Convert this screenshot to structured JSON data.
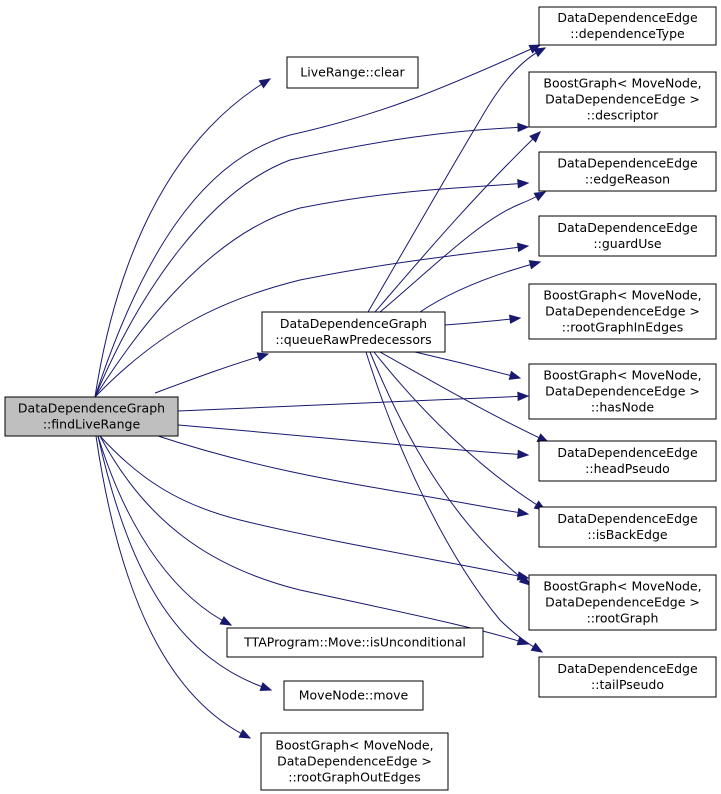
{
  "nodes": {
    "findLiveRange": [
      "DataDependenceGraph",
      "::findLiveRange"
    ],
    "queueRawPredecessors": [
      "DataDependenceGraph",
      "::queueRawPredecessors"
    ],
    "liveRangeClear": [
      "LiveRange::clear"
    ],
    "isUnconditional": [
      "TTAProgram::Move::isUnconditional"
    ],
    "moveNodeMove": [
      "MoveNode::move"
    ],
    "rootGraphOutEdges": [
      "BoostGraph< MoveNode,",
      "DataDependenceEdge >",
      "::rootGraphOutEdges"
    ],
    "dependenceType": [
      "DataDependenceEdge",
      "::dependenceType"
    ],
    "descriptor": [
      "BoostGraph< MoveNode,",
      "DataDependenceEdge >",
      "::descriptor"
    ],
    "edgeReason": [
      "DataDependenceEdge",
      "::edgeReason"
    ],
    "guardUse": [
      "DataDependenceEdge",
      "::guardUse"
    ],
    "rootGraphInEdges": [
      "BoostGraph< MoveNode,",
      "DataDependenceEdge >",
      "::rootGraphInEdges"
    ],
    "hasNode": [
      "BoostGraph< MoveNode,",
      "DataDependenceEdge >",
      "::hasNode"
    ],
    "headPseudo": [
      "DataDependenceEdge",
      "::headPseudo"
    ],
    "isBackEdge": [
      "DataDependenceEdge",
      "::isBackEdge"
    ],
    "rootGraph": [
      "BoostGraph< MoveNode,",
      "DataDependenceEdge >",
      "::rootGraph"
    ],
    "tailPseudo": [
      "DataDependenceEdge",
      "::tailPseudo"
    ]
  },
  "edges": [
    [
      "findLiveRange",
      "liveRangeClear"
    ],
    [
      "findLiveRange",
      "dependenceType"
    ],
    [
      "findLiveRange",
      "descriptor"
    ],
    [
      "findLiveRange",
      "edgeReason"
    ],
    [
      "findLiveRange",
      "guardUse"
    ],
    [
      "findLiveRange",
      "queueRawPredecessors"
    ],
    [
      "findLiveRange",
      "hasNode"
    ],
    [
      "findLiveRange",
      "headPseudo"
    ],
    [
      "findLiveRange",
      "isBackEdge"
    ],
    [
      "findLiveRange",
      "rootGraph"
    ],
    [
      "findLiveRange",
      "tailPseudo"
    ],
    [
      "findLiveRange",
      "isUnconditional"
    ],
    [
      "findLiveRange",
      "moveNodeMove"
    ],
    [
      "findLiveRange",
      "rootGraphOutEdges"
    ],
    [
      "queueRawPredecessors",
      "dependenceType"
    ],
    [
      "queueRawPredecessors",
      "descriptor"
    ],
    [
      "queueRawPredecessors",
      "edgeReason"
    ],
    [
      "queueRawPredecessors",
      "guardUse"
    ],
    [
      "queueRawPredecessors",
      "rootGraphInEdges"
    ],
    [
      "queueRawPredecessors",
      "hasNode"
    ],
    [
      "queueRawPredecessors",
      "headPseudo"
    ],
    [
      "queueRawPredecessors",
      "isBackEdge"
    ],
    [
      "queueRawPredecessors",
      "rootGraph"
    ],
    [
      "queueRawPredecessors",
      "tailPseudo"
    ]
  ],
  "colors": {
    "edge": "#191970",
    "root_fill": "#bfbfbf",
    "node_fill": "#ffffff",
    "border": "#000000"
  }
}
